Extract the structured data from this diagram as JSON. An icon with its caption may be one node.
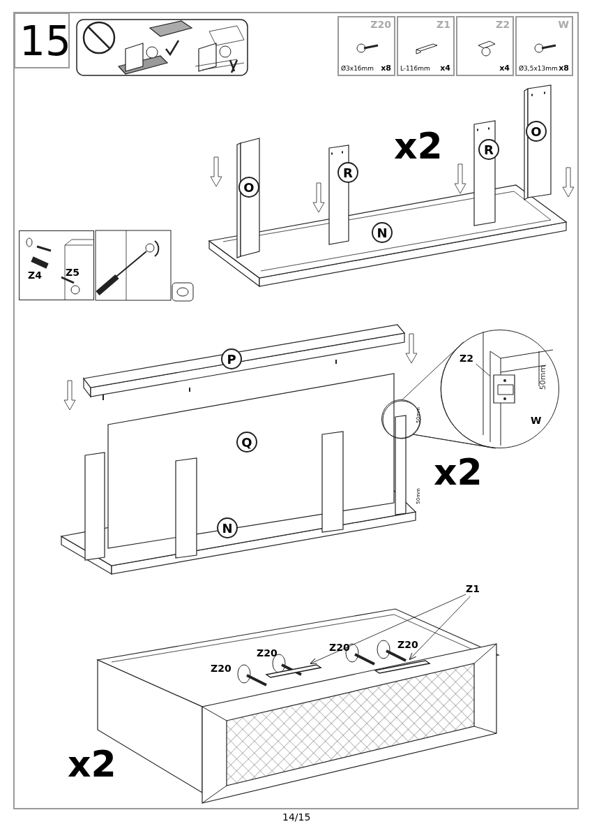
{
  "diagram": {
    "nodes": [
      {
        "text": [
          "15"
        ]
      },
      {
        "text": [
          "Z20",
          "Ø3x16mm",
          "x8"
        ]
      },
      {
        "text": [
          "Z1",
          "L-116mm",
          "x4"
        ]
      },
      {
        "text": [
          "Z2",
          "x4"
        ]
      },
      {
        "text": [
          "W",
          "Ø3,5x13mm",
          "x8"
        ]
      },
      {
        "text": [
          "O"
        ]
      },
      {
        "text": [
          "R"
        ]
      },
      {
        "text": [
          "R"
        ]
      },
      {
        "text": [
          "O"
        ]
      },
      {
        "text": [
          "N"
        ]
      },
      {
        "text": [
          "Z4",
          "Z5"
        ]
      },
      {
        "text": [
          "P"
        ]
      },
      {
        "text": [
          "Q"
        ]
      },
      {
        "text": [
          "N"
        ]
      },
      {
        "text": [],
        "shape": "circle"
      },
      {
        "text": [
          "50mm",
          "W"
        ]
      },
      {
        "text": [
          "Z2"
        ],
        "in": 15
      },
      {
        "text": [],
        "shape": "picture",
        "in": 15
      },
      {
        "text": [
          "Z1"
        ]
      },
      {
        "text": [],
        "shape": "bar"
      },
      {
        "text": [],
        "shape": "bar"
      }
    ],
    "edges": [
      {
        "from": 14,
        "to": 15,
        "arrow": "none"
      },
      {
        "from": 16,
        "to": 17,
        "arrow": "none"
      },
      {
        "from": 18,
        "to": 19,
        "arrow": "to"
      },
      {
        "from": 18,
        "to": 20,
        "arrow": "to"
      }
    ],
    "labels": [
      "x2",
      "50mm",
      "x2",
      "50mm",
      "Z20",
      "Z20",
      "Z20",
      "Z20",
      "x2",
      "14/15"
    ]
  }
}
